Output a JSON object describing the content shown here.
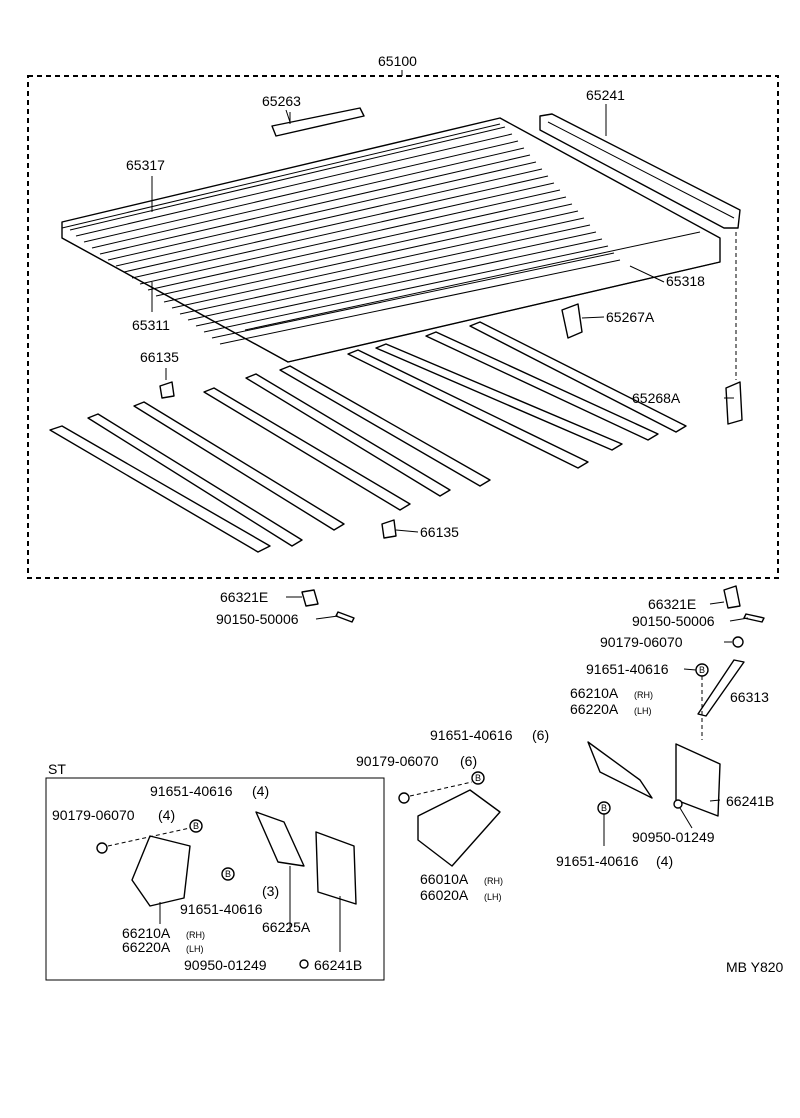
{
  "labels": {
    "assembly": "65100",
    "crossmember_short": "65263",
    "rail_right": "65241",
    "front_sill": "65317",
    "floor_panel": "65311",
    "rear_sill": "65318",
    "bracket_a": "65267A",
    "bracket_b": "65268A",
    "clip_top": "66135",
    "clip_bottom": "66135",
    "stopper_left": "66321E",
    "bolt_left": "90150-50006",
    "stopper_right": "66321E",
    "bolt_right": "90150-50006",
    "nut_right": "90179-06070",
    "screw_right": "91651-40616",
    "guard_r_rh": "66210A",
    "guard_r_lh": "66220A",
    "stay_right": "66313",
    "mudflap_right": "66241B",
    "clip_right": "90950-01249",
    "screw_right_bottom": "91651-40616",
    "screw_right_bottom_qty": "(4)",
    "screw_mid": "91651-40616",
    "screw_mid_qty": "(6)",
    "nut_mid": "90179-06070",
    "nut_mid_qty": "(6)",
    "guard_f_rh": "66010A",
    "guard_f_lh": "66020A",
    "st_title": "ST",
    "st_screw_top": "91651-40616",
    "st_screw_top_qty": "(4)",
    "st_nut": "90179-06070",
    "st_nut_qty": "(4)",
    "st_screw_mid": "91651-40616",
    "st_screw_mid_qty": "(3)",
    "st_guard_rh": "66210A",
    "st_guard_lh": "66220A",
    "st_bracket": "66225A",
    "st_clip": "90950-01249",
    "st_mudflap": "66241B",
    "rh": "(RH)",
    "lh": "(LH)",
    "marker": "B",
    "code": "MB Y820"
  },
  "colors": {
    "line": "#000000",
    "background": "#ffffff"
  }
}
